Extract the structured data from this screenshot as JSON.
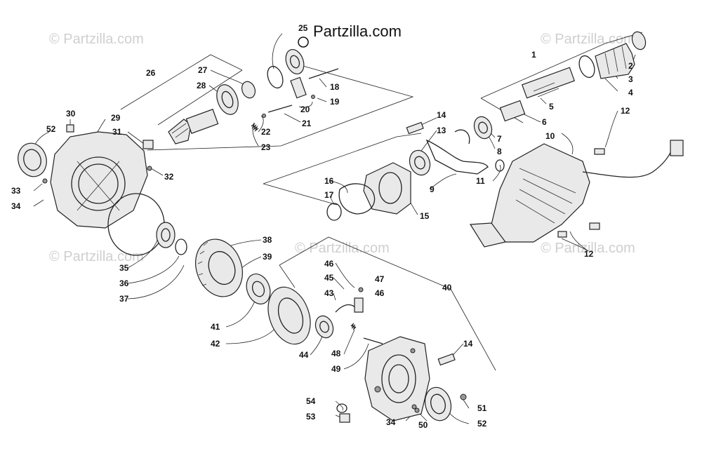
{
  "brand": "Partzilla.com",
  "watermark": "© Partzilla.com",
  "callouts": [
    {
      "id": "c1",
      "text": "1"
    },
    {
      "id": "c2",
      "text": "2"
    },
    {
      "id": "c3",
      "text": "3"
    },
    {
      "id": "c4",
      "text": "4"
    },
    {
      "id": "c5",
      "text": "5"
    },
    {
      "id": "c6",
      "text": "6"
    },
    {
      "id": "c7",
      "text": "7"
    },
    {
      "id": "c8",
      "text": "8"
    },
    {
      "id": "c9",
      "text": "9"
    },
    {
      "id": "c10",
      "text": "10"
    },
    {
      "id": "c11",
      "text": "11"
    },
    {
      "id": "c12a",
      "text": "12"
    },
    {
      "id": "c12b",
      "text": "12"
    },
    {
      "id": "c13",
      "text": "13"
    },
    {
      "id": "c14a",
      "text": "14"
    },
    {
      "id": "c14b",
      "text": "14"
    },
    {
      "id": "c15",
      "text": "15"
    },
    {
      "id": "c16",
      "text": "16"
    },
    {
      "id": "c17",
      "text": "17"
    },
    {
      "id": "c18",
      "text": "18"
    },
    {
      "id": "c19",
      "text": "19"
    },
    {
      "id": "c20",
      "text": "20"
    },
    {
      "id": "c21",
      "text": "21"
    },
    {
      "id": "c22",
      "text": "22"
    },
    {
      "id": "c23",
      "text": "23"
    },
    {
      "id": "c25",
      "text": "25"
    },
    {
      "id": "c26",
      "text": "26"
    },
    {
      "id": "c27",
      "text": "27"
    },
    {
      "id": "c28",
      "text": "28"
    },
    {
      "id": "c29",
      "text": "29"
    },
    {
      "id": "c30",
      "text": "30"
    },
    {
      "id": "c31",
      "text": "31"
    },
    {
      "id": "c32",
      "text": "32"
    },
    {
      "id": "c33",
      "text": "33"
    },
    {
      "id": "c34a",
      "text": "34"
    },
    {
      "id": "c34b",
      "text": "34"
    },
    {
      "id": "c35",
      "text": "35"
    },
    {
      "id": "c36",
      "text": "36"
    },
    {
      "id": "c37",
      "text": "37"
    },
    {
      "id": "c38",
      "text": "38"
    },
    {
      "id": "c39",
      "text": "39"
    },
    {
      "id": "c40",
      "text": "40"
    },
    {
      "id": "c41",
      "text": "41"
    },
    {
      "id": "c42",
      "text": "42"
    },
    {
      "id": "c43",
      "text": "43"
    },
    {
      "id": "c44",
      "text": "44"
    },
    {
      "id": "c45",
      "text": "45"
    },
    {
      "id": "c46a",
      "text": "46"
    },
    {
      "id": "c46b",
      "text": "46"
    },
    {
      "id": "c47",
      "text": "47"
    },
    {
      "id": "c48",
      "text": "48"
    },
    {
      "id": "c49",
      "text": "49"
    },
    {
      "id": "c50",
      "text": "50"
    },
    {
      "id": "c51",
      "text": "51"
    },
    {
      "id": "c52a",
      "text": "52"
    },
    {
      "id": "c52b",
      "text": "52"
    },
    {
      "id": "c53",
      "text": "53"
    },
    {
      "id": "c54",
      "text": "54"
    }
  ]
}
